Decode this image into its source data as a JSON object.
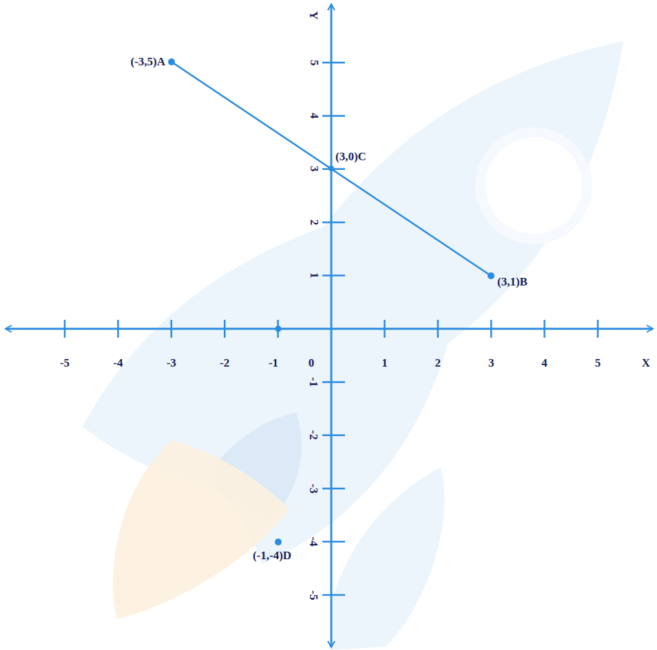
{
  "diagram": {
    "labels": [
      "Y",
      "X",
      "-5",
      "-4",
      "-3",
      "-2",
      "-1",
      "0",
      "1",
      "2",
      "3",
      "4",
      "5",
      "5",
      "4",
      "3",
      "2",
      "1",
      "-1",
      "-2",
      "-3",
      "-4",
      "-5",
      "(-3,5)A",
      "(3,0)C",
      "(3,1)B",
      "(-1,-4)D"
    ]
  }
}
